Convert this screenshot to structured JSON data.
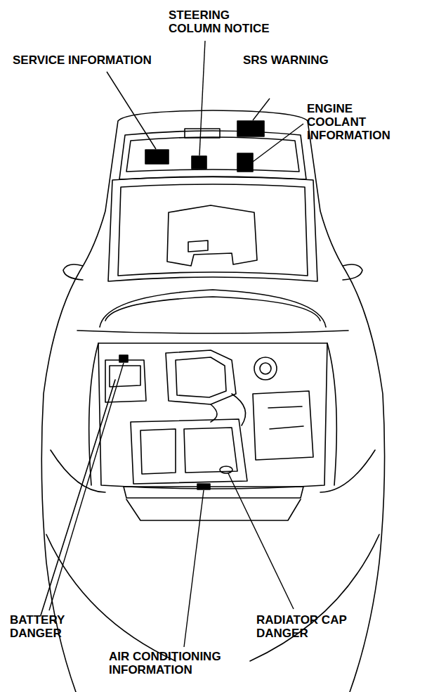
{
  "diagram": {
    "labels": [
      "STEERING COLUMN NOTICE",
      "SERVICE INFORMATION",
      "SRS WARNING",
      "ENGINE COOLANT INFORMATION",
      "BATTERY DANGER",
      "RADIATOR CAP DANGER",
      "AIR CONDITIONING INFORMATION"
    ]
  }
}
